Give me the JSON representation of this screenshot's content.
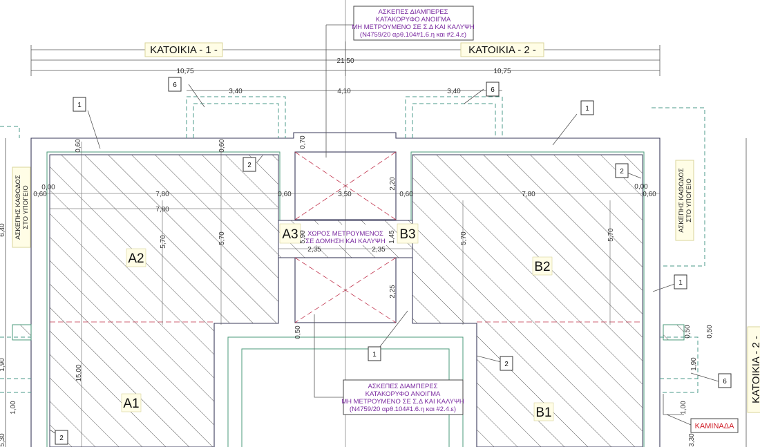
{
  "titles": {
    "house1": "ΚΑΤΟΙΚΙΑ - 1 -",
    "house2": "ΚΑΤΟΙΚΙΑ - 2 -",
    "house2_side": "ΚΑΤΟΙΚΙΑ - 2 -"
  },
  "note_top": [
    "ΑΣΚΕΠΕΣ ΔΙΑΜΠΕΡΕΣ",
    "ΚΑΤΑΚΟΡΥΦΟ ΑΝΟΙΓΜΑ",
    "ΜΗ ΜΕΤΡΟΥΜΕΝΟ ΣΕ Σ.Δ ΚΑΙ ΚΑΛΥΨΗ",
    "(Ν4759/20 αρθ.104#1.6.η και #2.4.ε)"
  ],
  "note_bottom": [
    "ΑΣΚΕΠΕΣ ΔΙΑΜΠΕΡΕΣ",
    "ΚΑΤΑΚΟΡΥΦΟ ΑΝΟΙΓΜΑ",
    "ΜΗ ΜΕΤΡΟΥΜΕΝΟ ΣΕ Σ.Δ ΚΑΙ ΚΑΛΥΨΗ",
    "(Ν4759/20 αρθ.104#1.6.η και #2.4.ε)"
  ],
  "middle_note": [
    "ΧΩΡΟΣ ΜΕΤΡΟΥΜΕΝΟΣ",
    "ΣΕ ΔΟΜΗΣΗ ΚΑΙ ΚΑΛΥΨΗ"
  ],
  "stair_note": [
    "ΑΣΚΕΠΗΣ ΚΑΘΟΔΟΣ",
    "ΣΤΟ ΥΠΟΓΕΙΟ"
  ],
  "chimney": "ΚΑΜΙΝΑΔΑ",
  "zones": {
    "a1": "A1",
    "a2": "A2",
    "a3": "A3",
    "b1": "B1",
    "b2": "B2",
    "b3": "B3"
  },
  "callouts": {
    "c1": "1",
    "c2": "2",
    "c6": "6"
  },
  "dims": {
    "total": "21,50",
    "half_l": "10,75",
    "half_r": "10,75",
    "w340_l": "3,40",
    "w410": "4,10",
    "w340_r": "3,40",
    "d060a": "0,60",
    "d060b": "0,60",
    "d070": "0,70",
    "d000l": "0,00",
    "d060l": "0,60",
    "d780a": "7,80",
    "d780b": "7,80",
    "d060m1": "0,60",
    "d350": "3,50",
    "d220": "2,20",
    "d060m2": "0,60",
    "d780r": "7,80",
    "d000r": "0,00",
    "d060r": "0,60",
    "d570a": "5,70",
    "d570b": "5,70",
    "d570c": "5,70",
    "d570d": "5,70",
    "d590": "5,90",
    "d145": "1,45",
    "d235a": "2,35",
    "d235b": "2,35",
    "d225": "2,25",
    "d050m": "0,50",
    "d1500": "15,00",
    "d190l": "1,90",
    "d100l": "1,00",
    "d640": "6,40",
    "d530": "5,30",
    "d050r1": "0,50",
    "d050r2": "0,50",
    "d190r": "1,90",
    "d100r": "1,00",
    "d330": "3,30"
  },
  "colors": {
    "wall": "#3a3a5a",
    "green": "#4a9a7a",
    "void": "#c0304a",
    "note": "#7a2aa0",
    "chimney": "#d0202a"
  }
}
